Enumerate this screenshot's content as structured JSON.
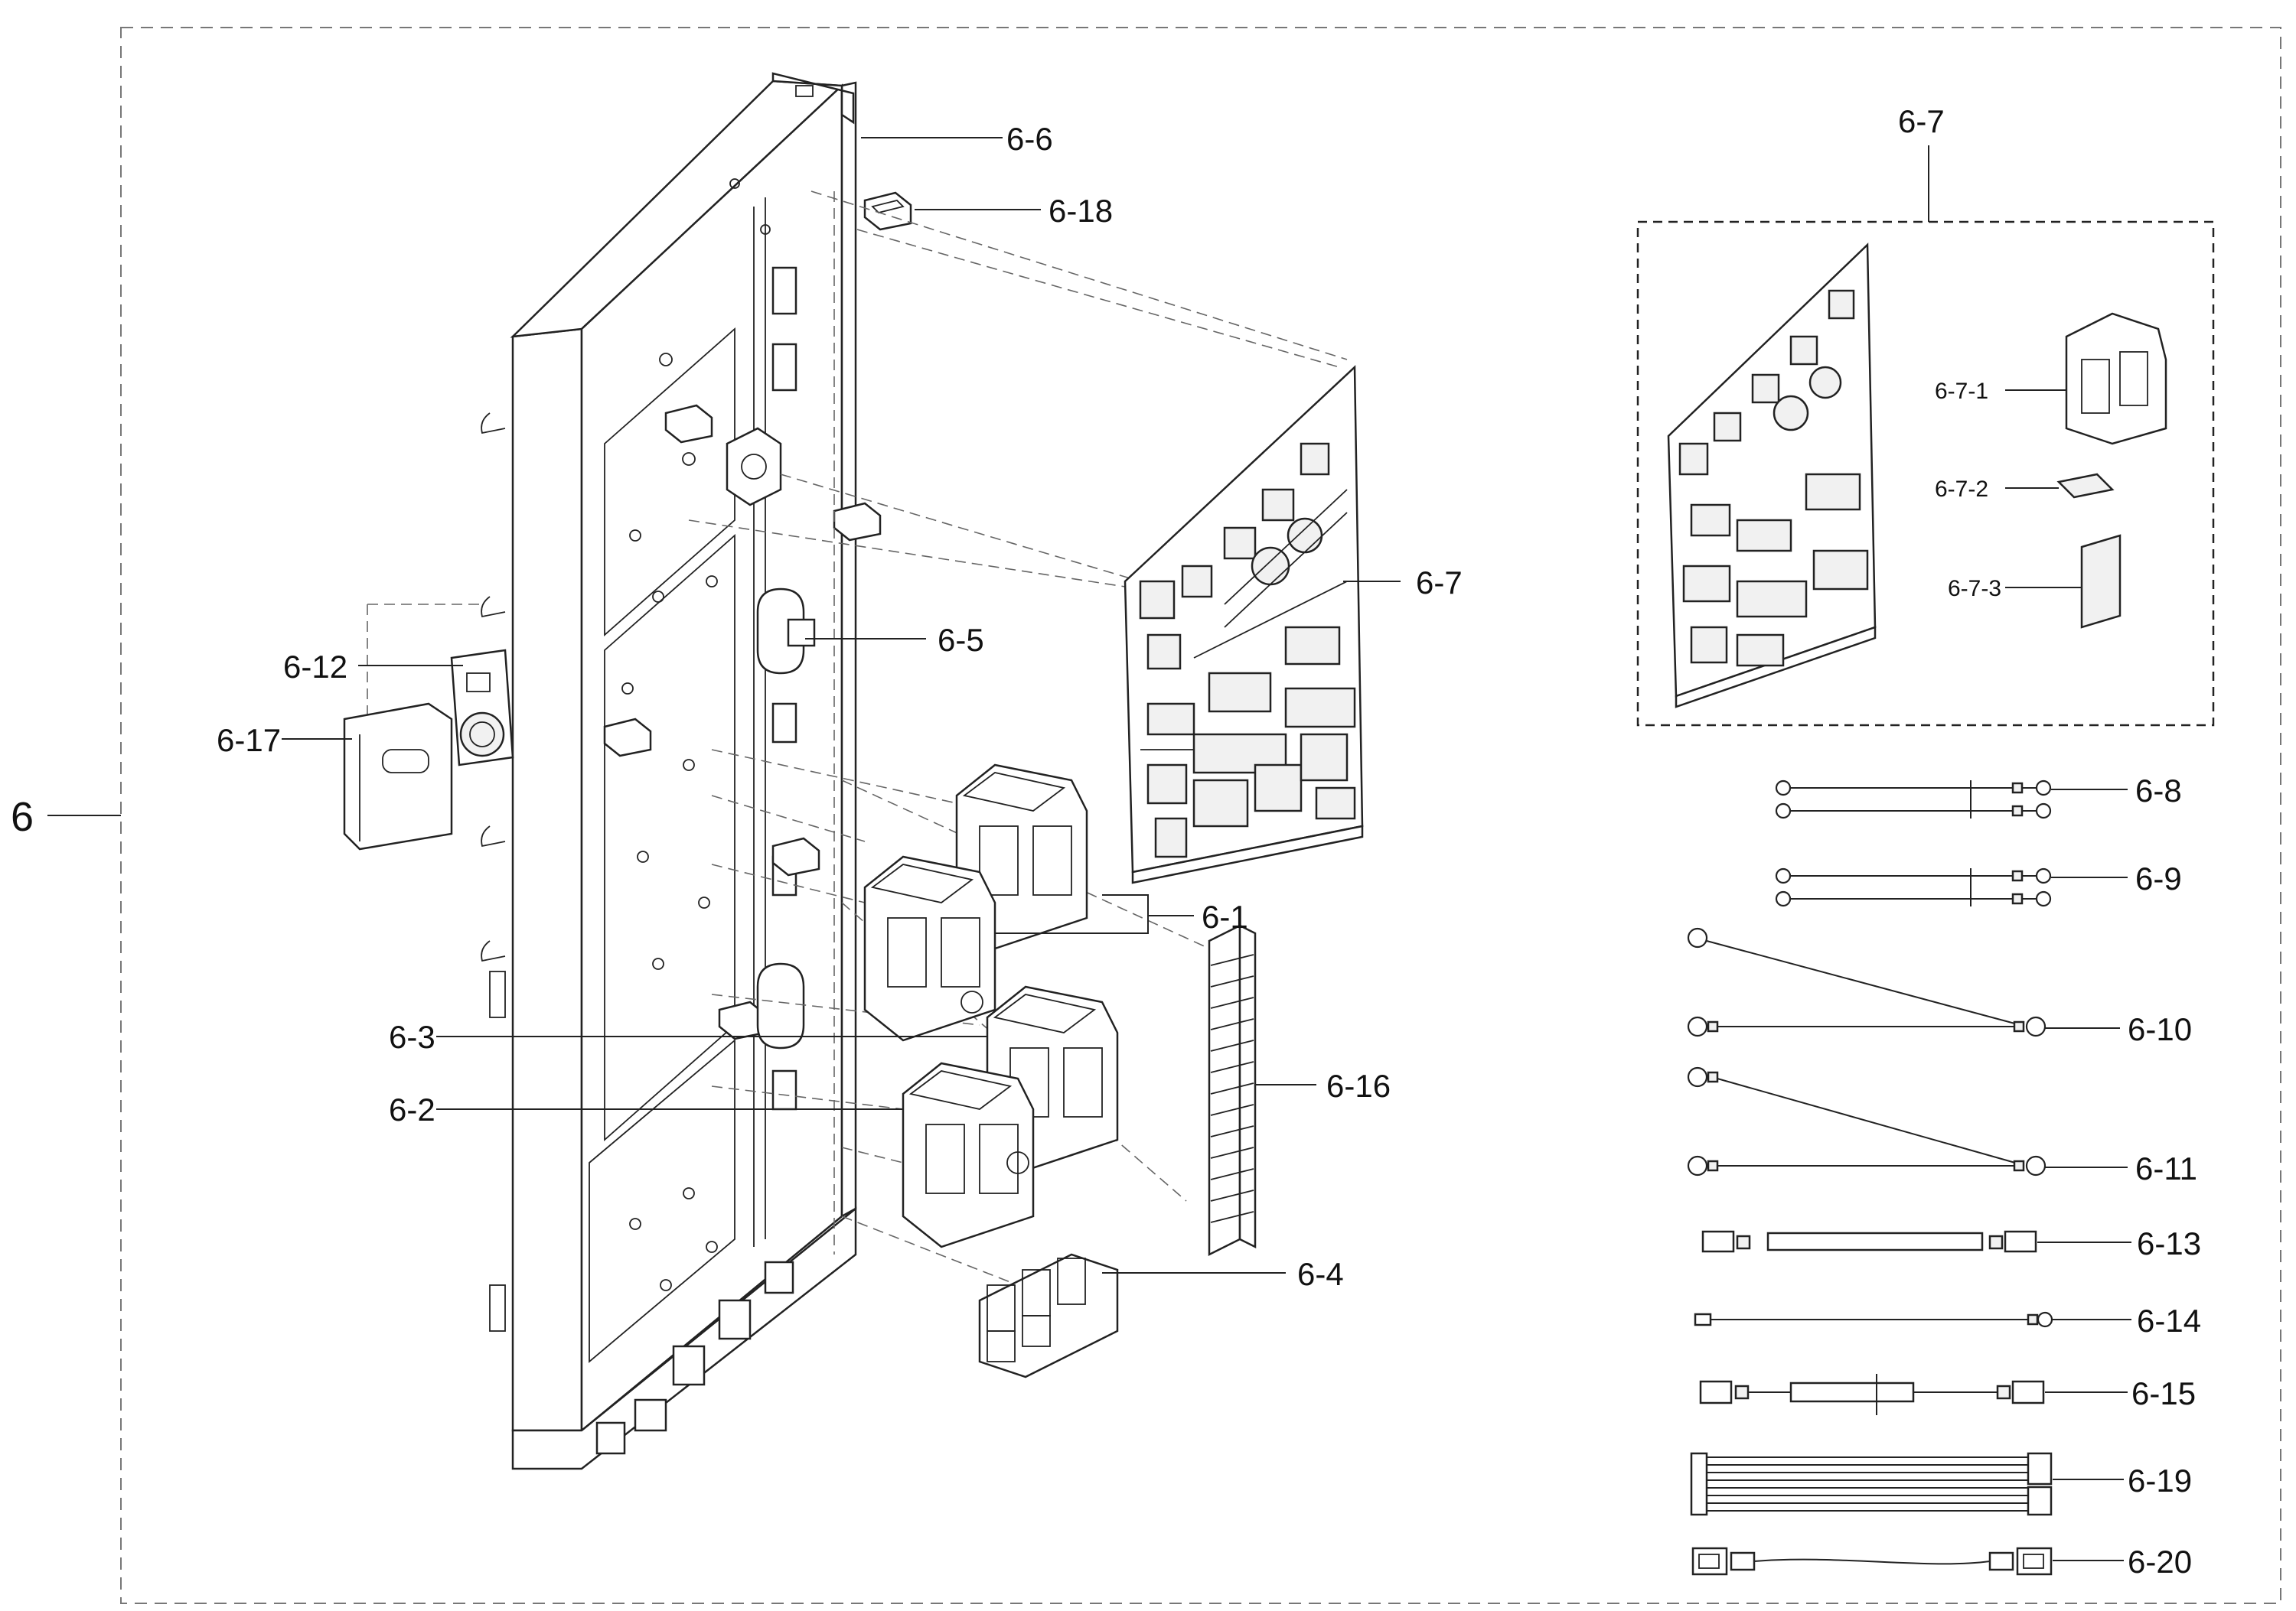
{
  "diagram": {
    "group_label": "6",
    "callouts": {
      "c6_6": "6-6",
      "c6_18": "6-18",
      "c6_7": "6-7",
      "c6_5": "6-5",
      "c6_12": "6-12",
      "c6_17": "6-17",
      "c6_1": "6-1",
      "c6_16": "6-16",
      "c6_3": "6-3",
      "c6_2": "6-2",
      "c6_4": "6-4"
    },
    "detail": {
      "title": "6-7",
      "sub1": "6-7-1",
      "sub2": "6-7-2",
      "sub3": "6-7-3"
    },
    "wires": {
      "w6_8": "6-8",
      "w6_9": "6-9",
      "w6_10": "6-10",
      "w6_11": "6-11",
      "w6_13": "6-13",
      "w6_14": "6-14",
      "w6_15": "6-15",
      "w6_19": "6-19",
      "w6_20": "6-20"
    }
  }
}
